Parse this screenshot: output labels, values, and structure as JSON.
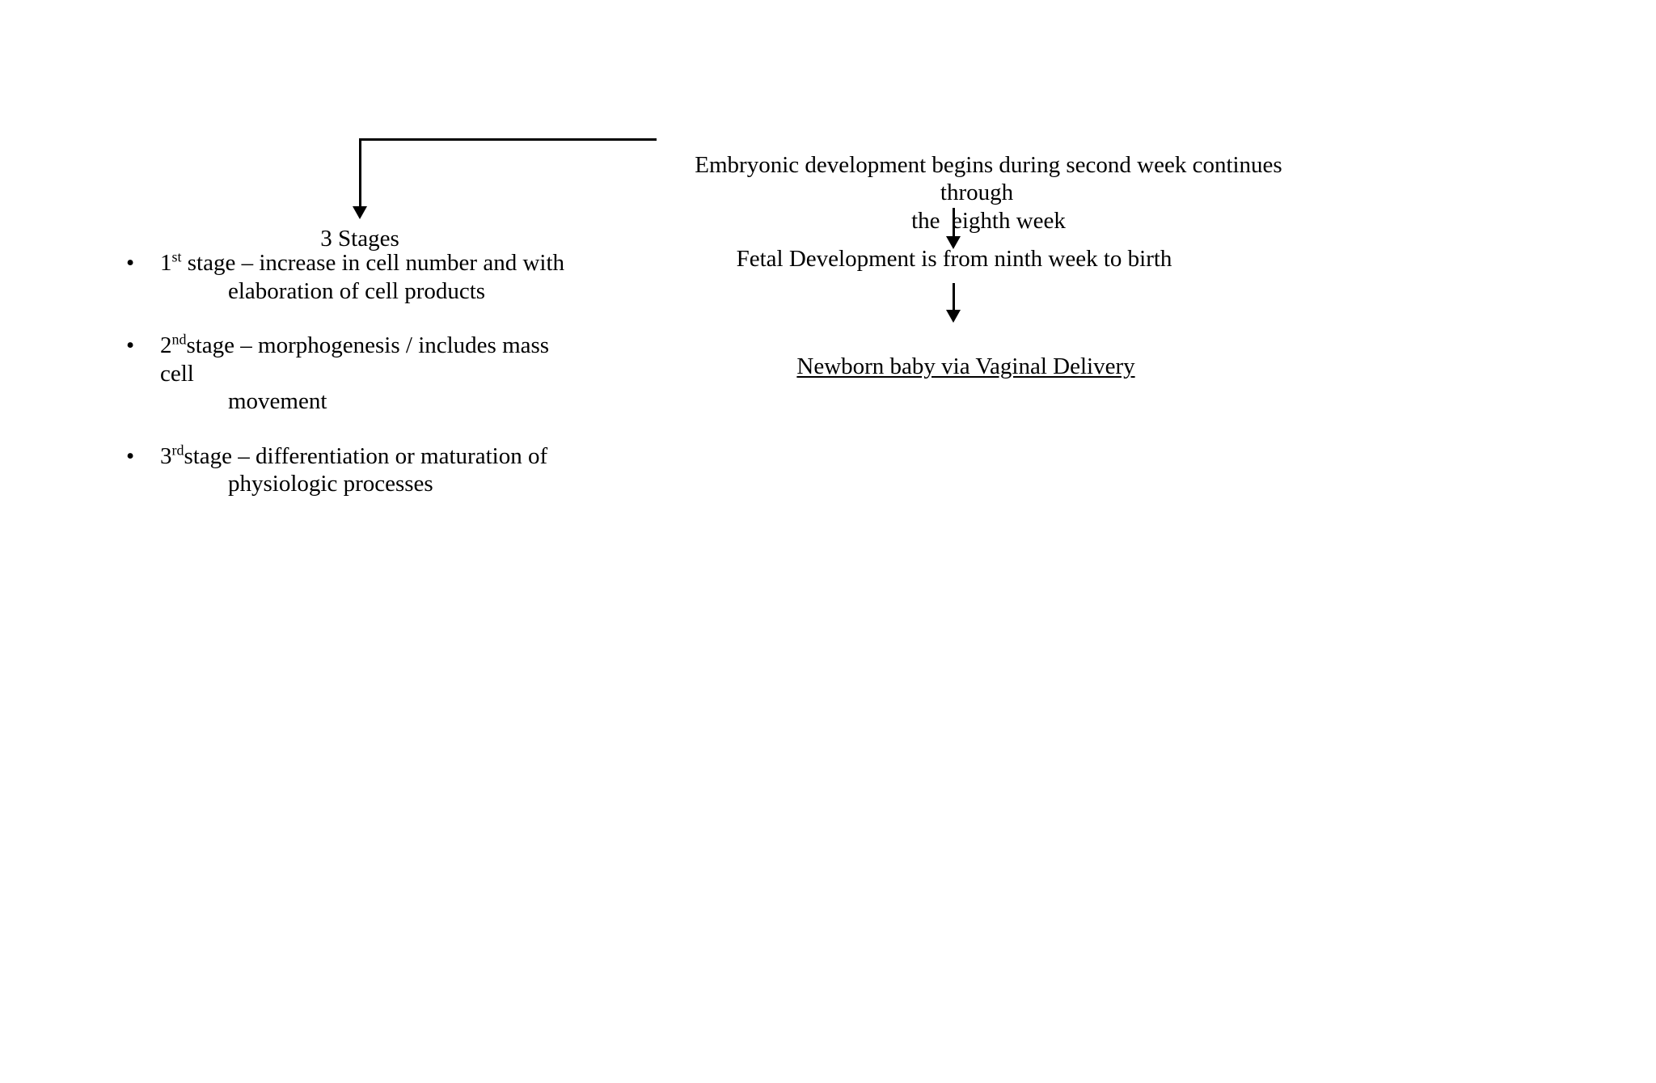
{
  "document": {
    "title": "Embryonic and Fetal Development Flow Diagram",
    "background_color": "#ffffff",
    "text_color": "#000000"
  },
  "top_statement": {
    "line1": "Embryonic development begins during second week continues through",
    "line2": "the  eighth week"
  },
  "left_branch": {
    "heading": "3 Stages",
    "stages": [
      {
        "bullet": "•",
        "ordinal": "1",
        "ordinal_suffix": "st",
        "after_suffix_space": " ",
        "line1": "stage – increase in cell number and with",
        "line2": "elaboration of cell products"
      },
      {
        "bullet": "•",
        "ordinal": "2",
        "ordinal_suffix": "nd",
        "after_suffix_space": "",
        "line1": "stage – morphogenesis / includes mass cell",
        "line2": "movement"
      },
      {
        "bullet": "•",
        "ordinal": "3",
        "ordinal_suffix": "rd",
        "after_suffix_space": "",
        "line1": "stage – differentiation or maturation of",
        "line2": "physiologic processes"
      }
    ]
  },
  "right_branch": {
    "fetal_statement": "Fetal Development is from ninth week to birth",
    "outcome_statement": "Newborn baby via Vaginal Delivery"
  },
  "connectors": {
    "elbow_to_stages": "elbow-connector-arrow-down",
    "to_fetal": "arrow-down",
    "to_newborn": "arrow-down"
  }
}
